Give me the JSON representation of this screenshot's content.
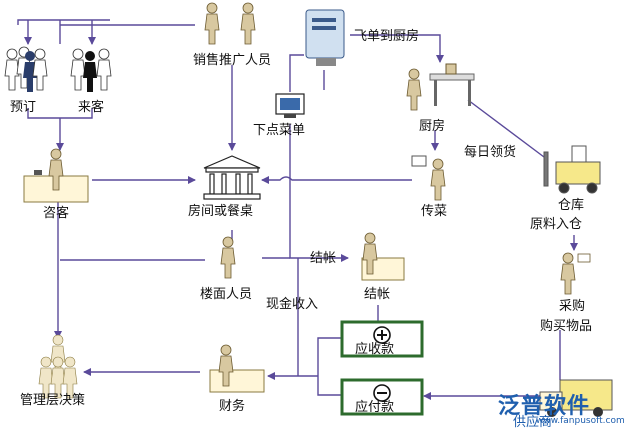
{
  "nodes": {
    "preorder": "预订",
    "guest": "来客",
    "sales": "销售推广人员",
    "fly_order": "飞单到厨房",
    "kitchen": "厨房",
    "order_pc": "下点菜单",
    "daily_pick": "每日领货",
    "reception": "咨客",
    "room_table": "房间或餐桌",
    "serve": "传菜",
    "warehouse_1": "仓库",
    "warehouse_2": "原料入仓",
    "checkout": "结帐",
    "floor_staff": "楼面人员",
    "cashier_label": "结帐",
    "cash_income": "现金收入",
    "receivable": "应收款",
    "payable": "应付款",
    "purchase": "采购",
    "buy_goods": "购买物品",
    "management": "管理层决策",
    "finance": "财务",
    "supplier": "供应商"
  },
  "watermark": {
    "brand": "泛普软件",
    "url": "www.fanpusoft.com"
  },
  "colors": {
    "arrow": "#5a4a9a",
    "box_border": "#2d6b2d",
    "box_fill": "#ffffff",
    "person": "#d8c8a0",
    "watermark": "#1f5fae"
  }
}
